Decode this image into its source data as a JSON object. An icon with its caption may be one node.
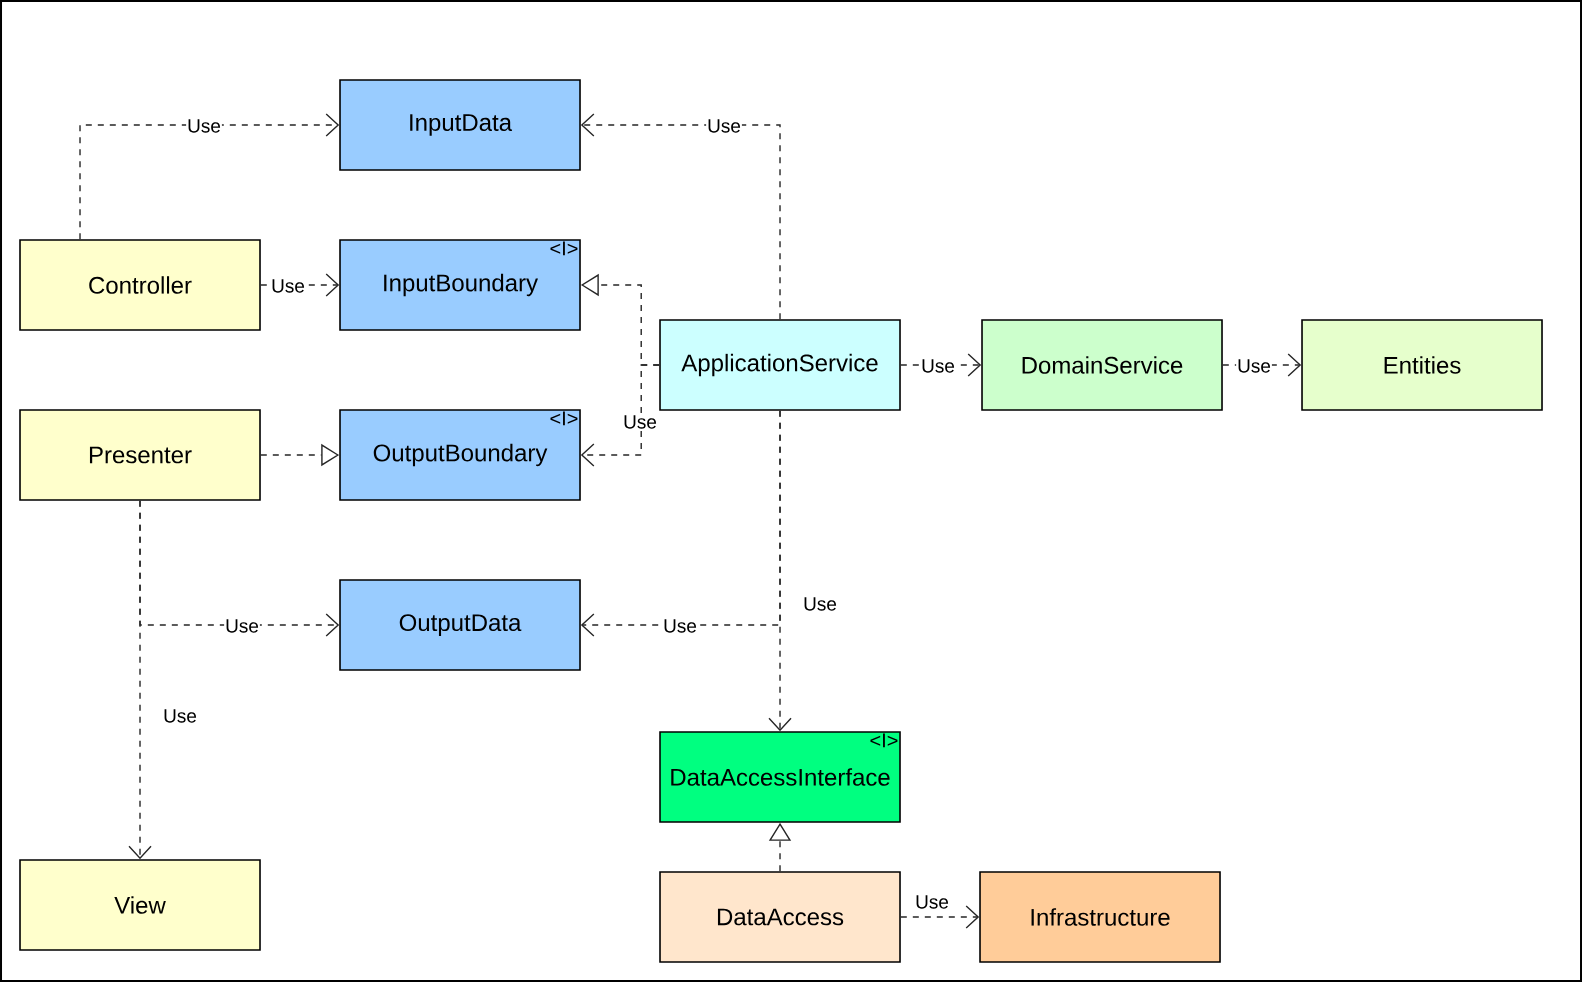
{
  "diagram": {
    "nodes": [
      {
        "text": [
          "InputData"
        ]
      },
      {
        "text": [
          "Controller"
        ]
      },
      {
        "text": [
          "<I>",
          "InputBoundary"
        ]
      },
      {
        "text": [
          "ApplicationService"
        ]
      },
      {
        "text": [
          "DomainService"
        ]
      },
      {
        "text": [
          "Entities"
        ]
      },
      {
        "text": [
          "Presenter"
        ]
      },
      {
        "text": [
          "<I>",
          "OutputBoundary"
        ]
      },
      {
        "text": [
          "OutputData"
        ]
      },
      {
        "text": [
          "<I>",
          "DataAccessInterface"
        ]
      },
      {
        "text": [
          "View"
        ]
      },
      {
        "text": [
          "DataAccess"
        ]
      },
      {
        "text": [
          "Infrastructure"
        ]
      }
    ],
    "edges": [
      {
        "from": 1,
        "to": 0,
        "arrow": "to",
        "label": "Use",
        "style": "dashed"
      },
      {
        "from": 3,
        "to": 0,
        "arrow": "to",
        "label": "Use",
        "style": "dashed"
      },
      {
        "from": 1,
        "to": 2,
        "arrow": "to",
        "label": "Use",
        "style": "dashed"
      },
      {
        "from": 3,
        "to": 2,
        "arrow": "to",
        "style": "dashed"
      },
      {
        "from": 3,
        "to": 7,
        "arrow": "to",
        "label": "Use",
        "style": "dashed"
      },
      {
        "from": 3,
        "to": 4,
        "arrow": "to",
        "label": "Use",
        "style": "dashed"
      },
      {
        "from": 4,
        "to": 5,
        "arrow": "to",
        "label": "Use",
        "style": "dashed"
      },
      {
        "from": 6,
        "to": 7,
        "arrow": "to",
        "style": "dashed"
      },
      {
        "from": 6,
        "to": 8,
        "arrow": "to",
        "label": "Use",
        "style": "dashed"
      },
      {
        "from": 6,
        "to": 10,
        "arrow": "to",
        "label": "Use",
        "style": "dashed"
      },
      {
        "from": 3,
        "to": 8,
        "arrow": "to",
        "label": "Use",
        "style": "dashed"
      },
      {
        "from": 3,
        "to": 9,
        "arrow": "to",
        "label": "Use",
        "style": "dashed"
      },
      {
        "from": 11,
        "to": 9,
        "arrow": "to",
        "style": "dashed"
      },
      {
        "from": 11,
        "to": 12,
        "arrow": "to",
        "label": "Use",
        "style": "dashed"
      }
    ]
  }
}
